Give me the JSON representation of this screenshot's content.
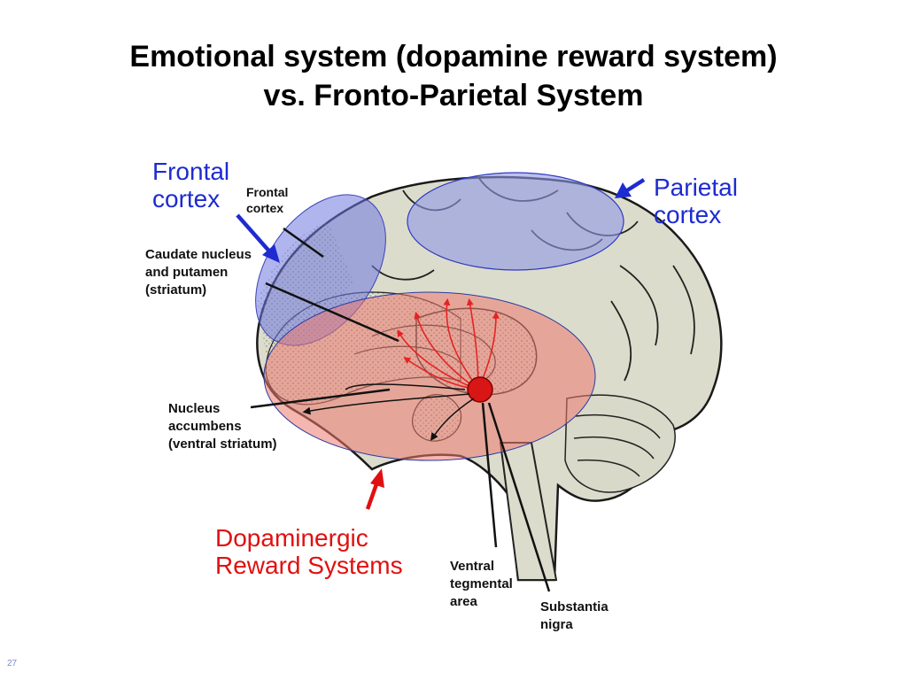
{
  "title": {
    "line1": "Emotional system (dopamine reward system)",
    "line2": "vs. Fronto-Parietal System"
  },
  "labels": {
    "frontal_cortex_big": [
      "Frontal",
      "cortex"
    ],
    "parietal_cortex_big": [
      "Parietal",
      "cortex"
    ],
    "dopaminergic": [
      "Dopaminergic",
      "Reward Systems"
    ],
    "frontal_cortex_small": [
      "Frontal",
      "cortex"
    ],
    "caudate": [
      "Caudate nucleus",
      "and putamen",
      "(striatum)"
    ],
    "nucleus_accumbens": [
      "Nucleus",
      "accumbens",
      "(ventral striatum)"
    ],
    "ventral_tegmental": [
      "Ventral",
      "tegmental",
      "area"
    ],
    "substantia_nigra": [
      "Substantia",
      "nigra"
    ]
  },
  "slide_number": "27",
  "colors": {
    "blue_label": "#1d2bd0",
    "red_label": "#e01010",
    "frontal_region": "#6f78e0",
    "parietal_region": "#8f97e6",
    "reward_region": "#ec7a70",
    "brain_fill": "#dcdccc",
    "dopamine_pathway": "#e82222"
  }
}
